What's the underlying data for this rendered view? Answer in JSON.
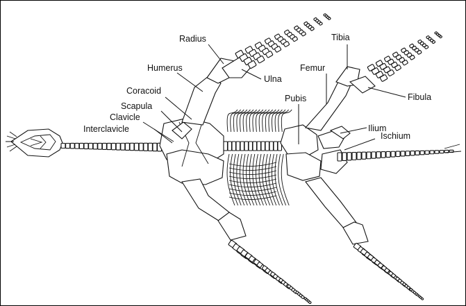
{
  "diagram": {
    "labels": {
      "radius": "Radius",
      "humerus": "Humerus",
      "ulna": "Ulna",
      "coracoid": "Coracoid",
      "scapula": "Scapula",
      "clavicle": "Clavicle",
      "interclavicle": "Interclavicle",
      "tibia": "Tibia",
      "femur": "Femur",
      "fibula": "Fibula",
      "pubis": "Pubis",
      "ilium": "Ilium",
      "ischium": "Ischium"
    }
  }
}
